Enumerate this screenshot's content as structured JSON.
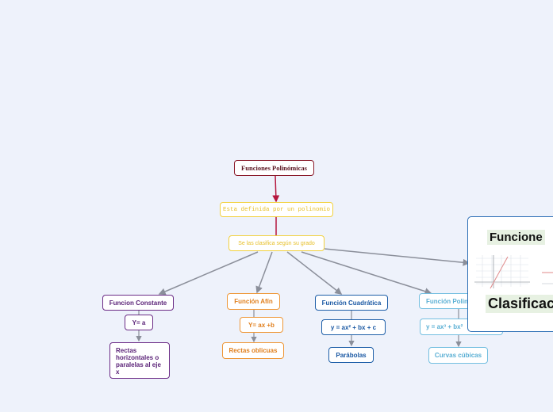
{
  "root": {
    "label": "Funciones Polinómicas"
  },
  "definition": {
    "label": "Esta definida por un polinomio"
  },
  "classification": {
    "label": "Se las clasifica según su grado"
  },
  "branches": [
    {
      "title": "Funcion Constante",
      "formula": "Y= a",
      "graph": "Rectas horizontales o paralelas al eje x"
    },
    {
      "title": "Función Afín",
      "formula": "Y= ax +b",
      "graph": "Rectas oblicuas"
    },
    {
      "title": "Función Cuadrática",
      "formula": "y = ax² + bx + c",
      "graph": "Parábolas"
    },
    {
      "title": "Función Polin",
      "formula": "y = ax³ + bx²",
      "graph": "Curvas cúbicas"
    }
  ],
  "image_card": {
    "heading": "Funcione",
    "subheading": "Clasificac"
  },
  "colors": {
    "background": "#eef2fb",
    "root": "#8b1a2a",
    "yellow": "#f2d13d",
    "purple": "#6b2c86",
    "orange": "#ee9738",
    "blue": "#1d5ea8",
    "light_blue": "#74bfe0",
    "root_link": "#b5173e",
    "gray_link": "#8b8f9a"
  }
}
